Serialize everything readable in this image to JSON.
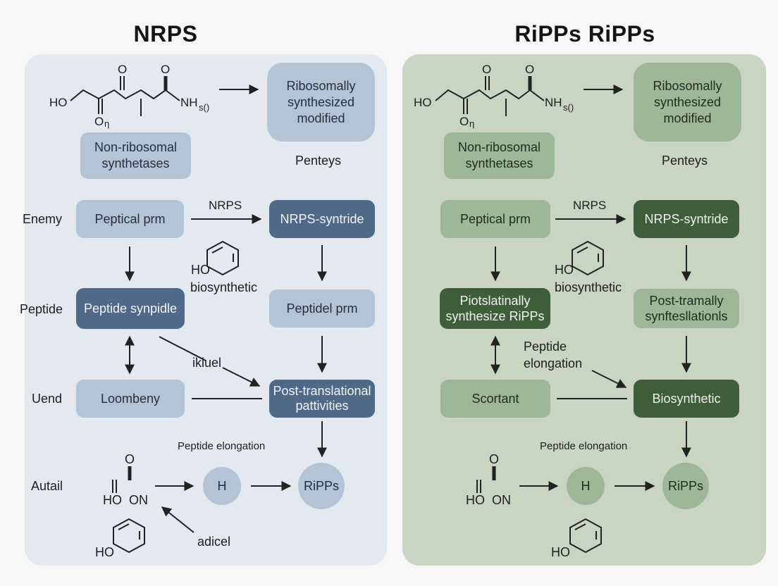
{
  "titles": {
    "left": "NRPS",
    "right": "RiPPs RiPPs"
  },
  "left": {
    "chem": {
      "ho": "HO",
      "o1": "O",
      "o2": "O",
      "o_low": "O",
      "o_low_sub": "η",
      "nh": "NH",
      "nh_sub": "s()"
    },
    "box_ribosomal": "Ribosomally synthesized modified",
    "box_nonribosomal": "Non-ribosomal synthetases",
    "penteys": "Penteys",
    "row_enemy": "Enemy",
    "box_peptical": "Peptical prm",
    "arrow_label_nrps": "NRPS",
    "box_nrps_syntride": "NRPS-syntride",
    "ring_ho": "HO",
    "biosynthetic": "biosynthetic",
    "row_peptide": "Peptide",
    "box_peptide_synpidle": "Peptide synpidle",
    "box_peptidel": "Peptidel prm",
    "ikiuel": "ikiuel",
    "row_uend": "Uend",
    "box_loombeny": "Loombeny",
    "box_post": "Post-translational pattivities",
    "peptide_elongation": "Peptide elongation",
    "row_autail": "Autail",
    "small_o": "O",
    "ho_on": "HO  ON",
    "circle_h": "H",
    "circle_ripps": "RiPPs",
    "adicel": "adicel",
    "ring_bottom_ho": "HO"
  },
  "right": {
    "chem": {
      "ho": "HO",
      "o1": "O",
      "o2": "O",
      "o_low": "O",
      "o_low_sub": "η",
      "nh": "NH",
      "nh_sub": "s()"
    },
    "box_ribosomal": "Ribosomally synthesized modified",
    "box_nonribosomal": "Non-ribosomal synthetases",
    "penteys": "Penteys",
    "box_peptical": "Peptical prm",
    "arrow_label_nrps": "NRPS",
    "box_nrps_syntride": "NRPS-syntride",
    "ring_ho": "HO",
    "biosynthetic": "biosynthetic",
    "box_piotslatinally": "Piotslatinally synthesize RiPPs",
    "box_post_tramally": "Post-tramally synftesllationls",
    "peptide_elongation_mid": "Peptide elongation",
    "box_scortant": "Scortant",
    "box_biosynthetic": "Biosynthetic",
    "peptide_elongation": "Peptide elongation",
    "small_o": "O",
    "ho_on": "HO  ON",
    "circle_h": "H",
    "circle_ripps": "RiPPs",
    "ring_bottom_ho": "HO"
  },
  "colors": {
    "left_panel": "#e4e8ef",
    "right_panel": "#c9d4c1",
    "left_light": "#b3c4d6",
    "left_dark": "#4f6987",
    "right_light": "#9db896",
    "right_dark": "#3e5e3a"
  }
}
